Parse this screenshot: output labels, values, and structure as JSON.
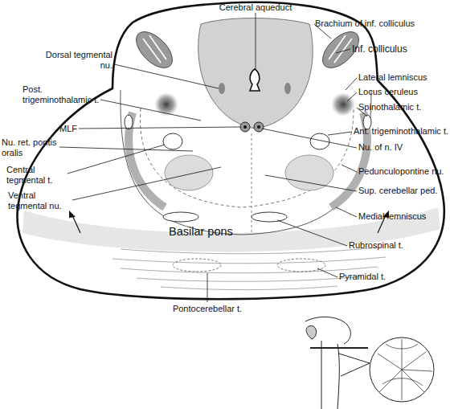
{
  "diagram": {
    "labels": [
      "Cerebral aqueduct",
      "Brachium of inf. colliculus",
      "Dorsal tegmental nu.",
      "Inf. colliculus",
      "Lateral lemniscus",
      "Locus ceruleus",
      "Post. trigeminothalamic t.",
      "Spinothalamic t.",
      "MLF",
      "Ant. trigeminothalamic t.",
      "Nu. ret. pontis oralis",
      "Nu. of n. IV",
      "Pedunculopontine nu.",
      "Central tegmental t.",
      "Sup. cerebellar ped.",
      "Ventral tegmental nu.",
      "Medial lemniscus",
      "Basilar pons",
      "Rubrospinal t.",
      "Pyramidal t.",
      "Pontocerebellar t."
    ]
  }
}
